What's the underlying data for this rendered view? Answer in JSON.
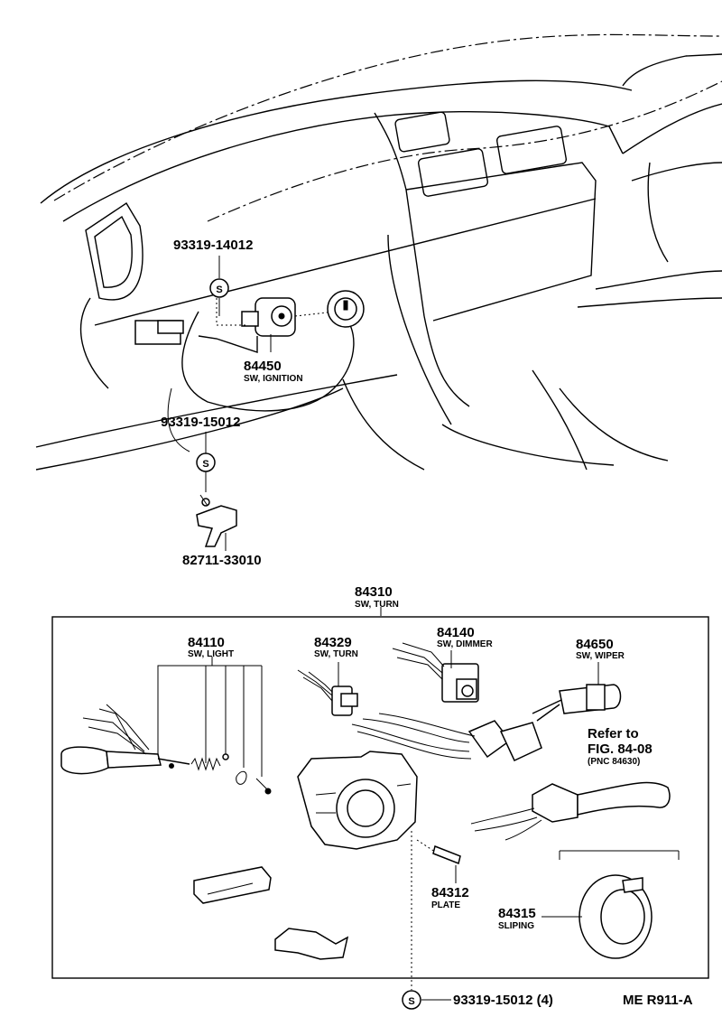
{
  "labels": {
    "p93319_14012": "93319-14012",
    "p84450": "84450",
    "p84450_name": "SW, IGNITION",
    "p93319_15012_top": "93319-15012",
    "p82711": "82711-33010",
    "p84310": "84310",
    "p84310_name": "SW, TURN",
    "p84110": "84110",
    "p84110_name": "SW, LIGHT",
    "p84329": "84329",
    "p84329_name": "SW, TURN",
    "p84140": "84140",
    "p84140_name": "SW, DIMMER",
    "p84650": "84650",
    "p84650_name": "SW, WIPER",
    "refer_1": "Refer to",
    "refer_2": "FIG. 84-08",
    "refer_3": "(PNC 84630)",
    "p84312": "84312",
    "p84312_name": "PLATE",
    "p84315": "84315",
    "p84315_name": "SLIPING",
    "p93319_15012_bot": "93319-15012 (4)",
    "s_mark": "S",
    "page_code": "ME R911-A"
  }
}
